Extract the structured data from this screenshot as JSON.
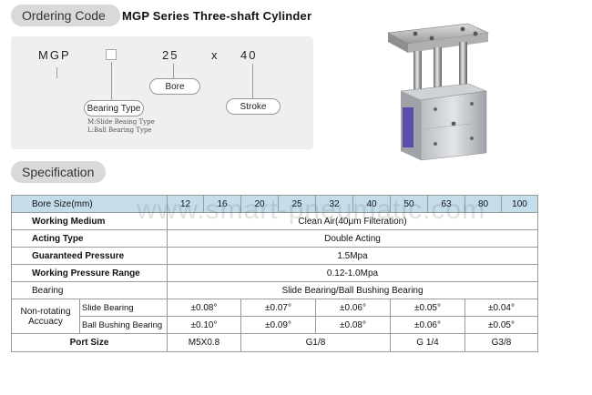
{
  "header": {
    "ordering_code_label": "Ordering Code",
    "title": "MGP Series  Three-shaft Cylinder"
  },
  "ordering_code": {
    "prefix": "MGP",
    "bore": "25",
    "separator": "x",
    "stroke": "40",
    "bearing_type_label": "Bearing Type",
    "bore_label": "Bore",
    "stroke_label": "Stroke",
    "notes": [
      "M:Slide Beaing Type",
      "L:Ball Bearing Type"
    ]
  },
  "specification": {
    "label": "Specification",
    "watermark": "www.smart-pneumatic.com",
    "bore_label": "Bore Size(mm)",
    "bore_sizes": [
      "12",
      "16",
      "20",
      "25",
      "32",
      "40",
      "50",
      "63",
      "80",
      "100"
    ],
    "working_medium_label": "Working Medium",
    "working_medium": "Clean Air(40μm Filteration)",
    "acting_type_label": "Acting Type",
    "acting_type": "Double Acting",
    "guaranteed_pressure_label": "Guaranteed Pressure",
    "guaranteed_pressure": "1.5Mpa",
    "working_pressure_label": "Working Pressure Range",
    "working_pressure": "0.12-1.0Mpa",
    "bearing_label": "Bearing",
    "bearing": "Slide Bearing/Ball Bushing Bearing",
    "accuracy_label": "Non-rotating Accuacy",
    "slide_bearing_label": "Slide Bearing",
    "slide_bearing_values": [
      "±0.08°",
      "±0.07°",
      "±0.06°",
      "±0.05°",
      "±0.04°"
    ],
    "ball_bushing_label": "Ball Bushing Bearing",
    "ball_bushing_values": [
      "±0.10°",
      "±0.09°",
      "±0.08°",
      "±0.06°",
      "±0.05°"
    ],
    "port_size_label": "Port Size",
    "port_sizes": [
      "M5X0.8",
      "G1/8",
      "G 1/4",
      "G3/8"
    ]
  }
}
